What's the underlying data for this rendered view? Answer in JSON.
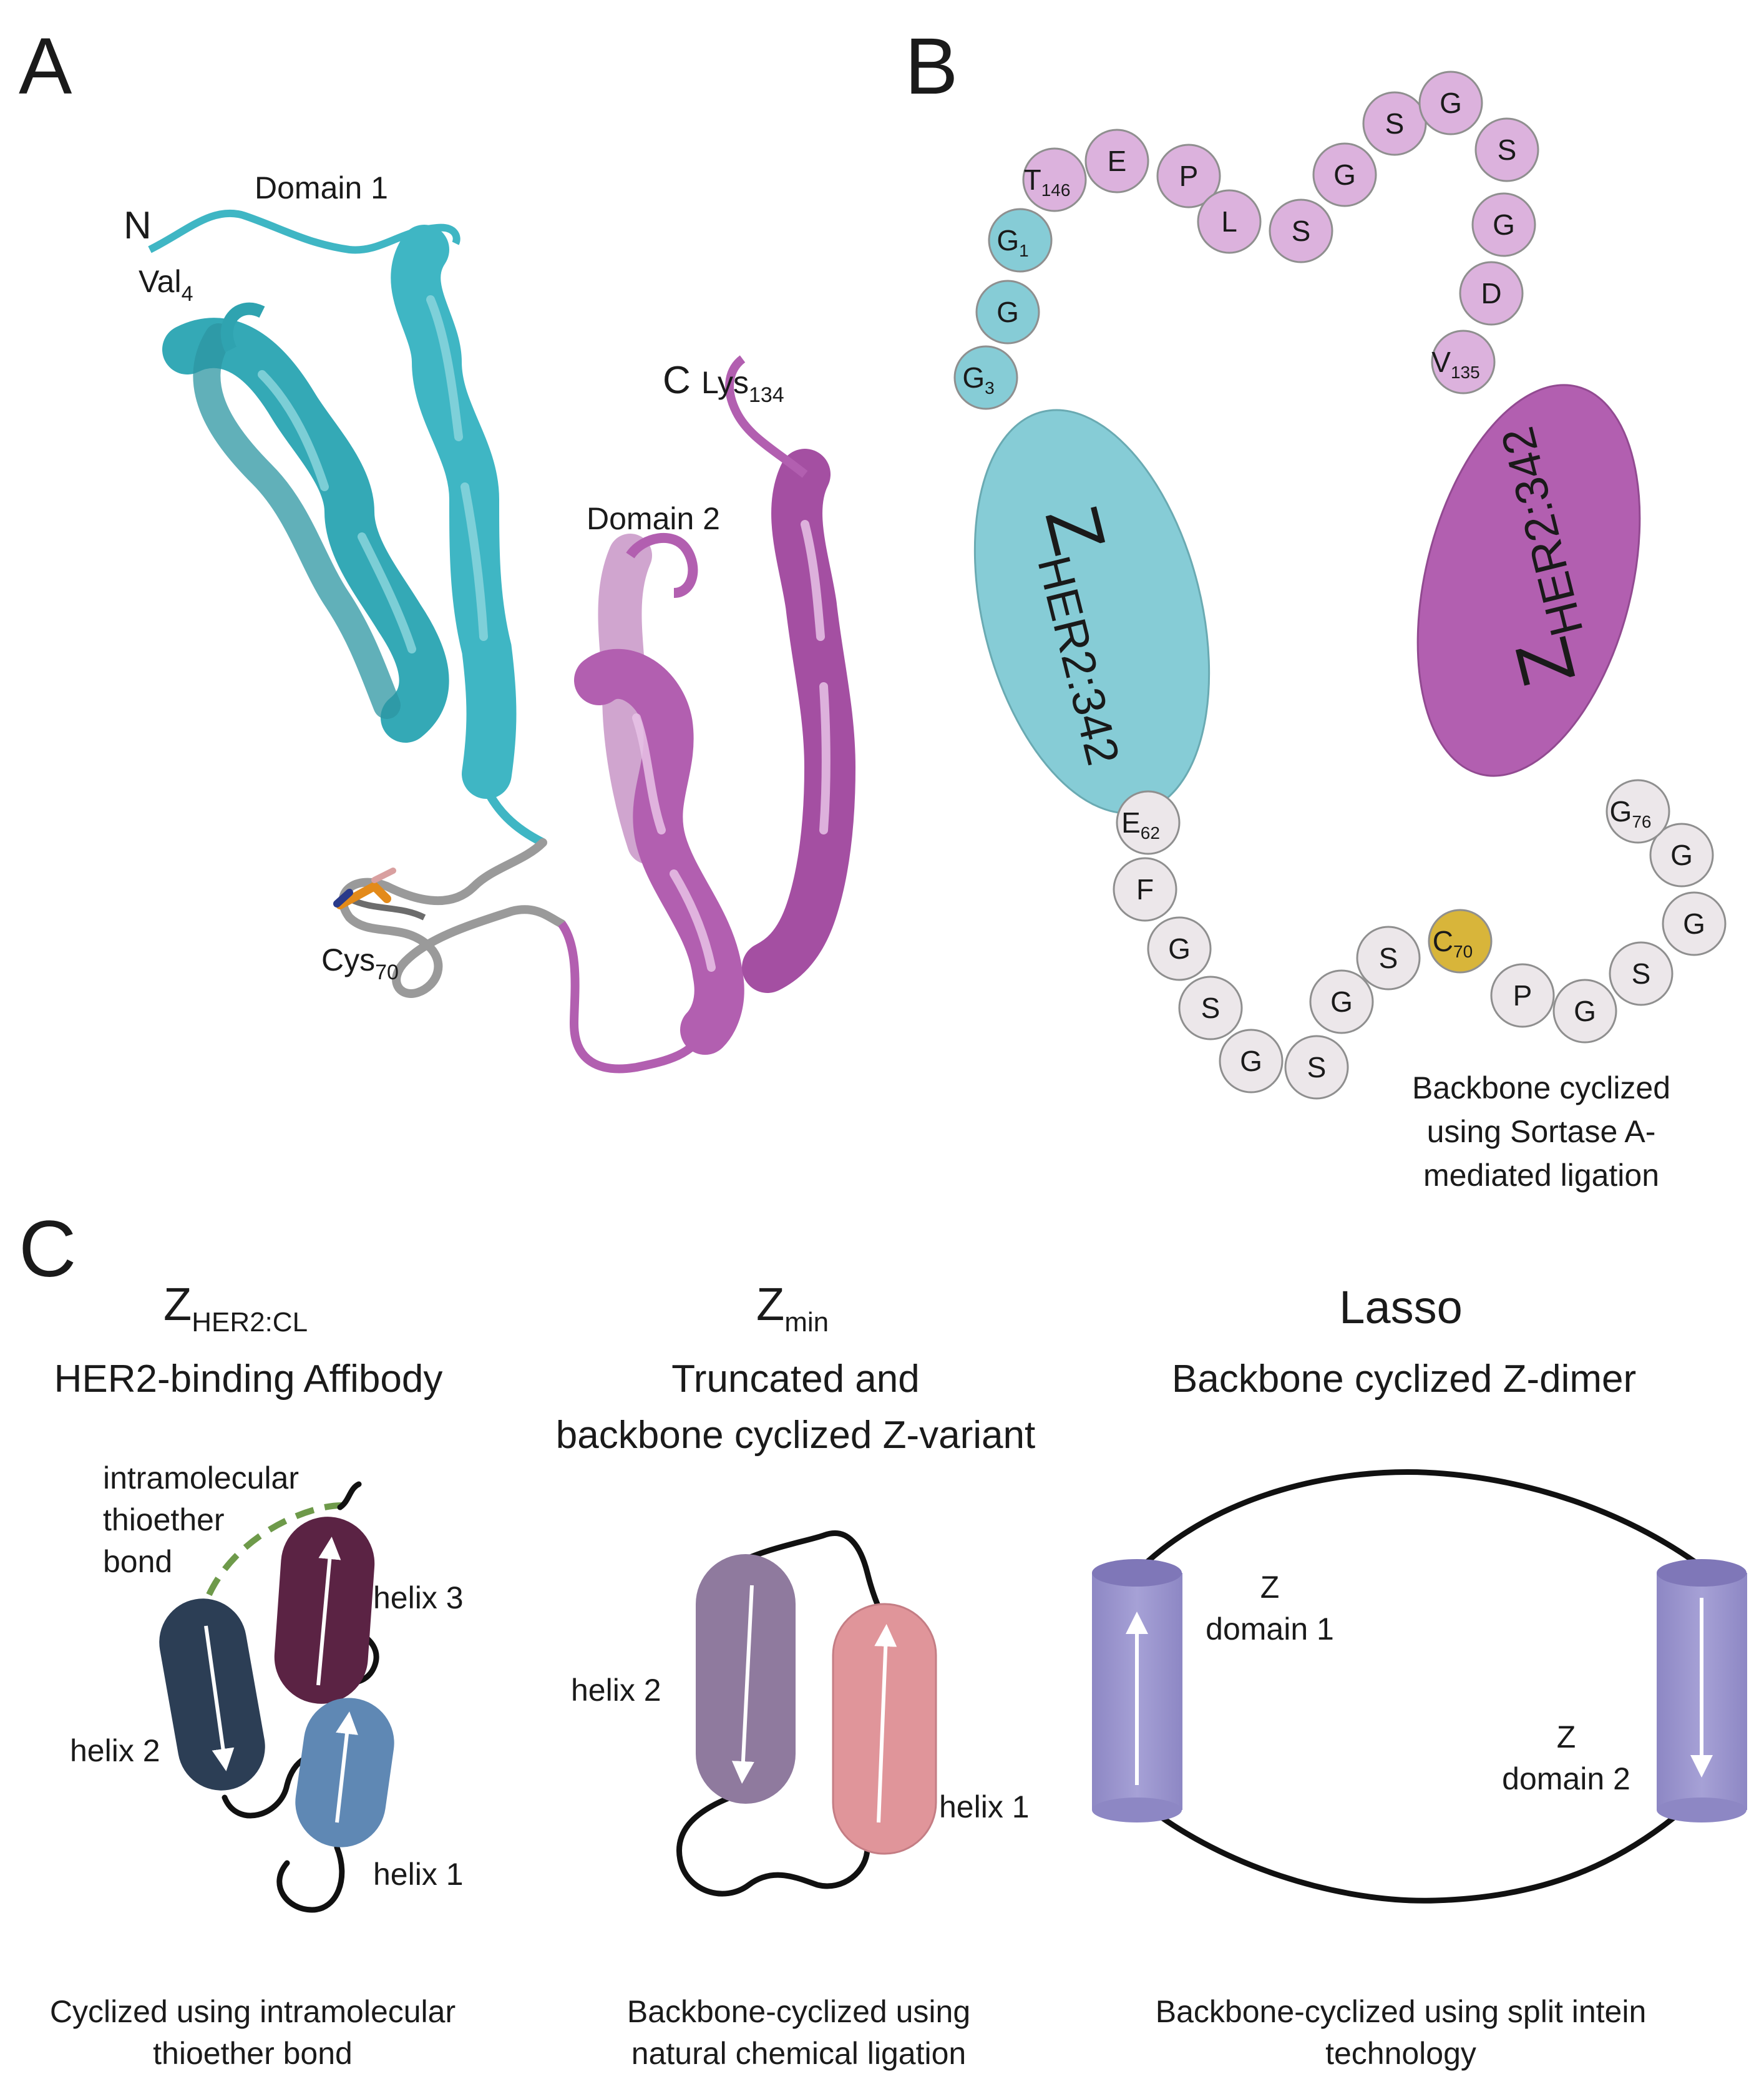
{
  "colors": {
    "cyan": "#3fb6c4",
    "cyan_light": "#8fd0d8",
    "magenta": "#b25fb0",
    "magenta_light": "#d7a3d6",
    "gray": "#9a9a9a",
    "residue_gray": "#ece7ea",
    "residue_pink": "#dcb2dd",
    "residue_cyan": "#86ccd6",
    "cys_gold": "#d8b53a",
    "dark_navy": "#2c3e55",
    "dark_plum": "#5b2344",
    "steel_blue": "#5f88b4",
    "mauve": "#8f7a9e",
    "salmon": "#e0959a",
    "lavender": "#9d98cc",
    "dashed_green": "#6e9a4a"
  },
  "panelA": {
    "letter": "A",
    "n_term": "N",
    "val": "Val",
    "val_sub": "4",
    "domain1": "Domain 1",
    "c_term": "C",
    "lys": "Lys",
    "lys_sub": "134",
    "domain2": "Domain 2",
    "cys": "Cys",
    "cys_sub": "70"
  },
  "panelB": {
    "letter": "B",
    "z_left": "Z",
    "z_left_sub": "HER2:342",
    "z_right": "Z",
    "z_right_sub": "HER2:342",
    "caption_lines": [
      "Backbone cyclized",
      "using Sortase A-",
      "mediated ligation"
    ],
    "top_residues": [
      {
        "letter": "G",
        "sub": "3",
        "kind": "cyan"
      },
      {
        "letter": "G",
        "sub": "",
        "kind": "cyan"
      },
      {
        "letter": "G",
        "sub": "1",
        "kind": "cyan"
      },
      {
        "letter": "T",
        "sub": "146",
        "kind": "pink"
      },
      {
        "letter": "E",
        "sub": "",
        "kind": "pink"
      },
      {
        "letter": "P",
        "sub": "",
        "kind": "pink"
      },
      {
        "letter": "L",
        "sub": "",
        "kind": "pink"
      },
      {
        "letter": "S",
        "sub": "",
        "kind": "pink"
      },
      {
        "letter": "G",
        "sub": "",
        "kind": "pink"
      },
      {
        "letter": "S",
        "sub": "",
        "kind": "pink"
      },
      {
        "letter": "G",
        "sub": "",
        "kind": "pink"
      },
      {
        "letter": "S",
        "sub": "",
        "kind": "pink"
      },
      {
        "letter": "G",
        "sub": "",
        "kind": "pink"
      },
      {
        "letter": "D",
        "sub": "",
        "kind": "pink"
      },
      {
        "letter": "V",
        "sub": "135",
        "kind": "pink"
      }
    ],
    "bottom_residues": [
      {
        "letter": "E",
        "sub": "62",
        "kind": "gray"
      },
      {
        "letter": "F",
        "sub": "",
        "kind": "gray"
      },
      {
        "letter": "G",
        "sub": "",
        "kind": "gray"
      },
      {
        "letter": "S",
        "sub": "",
        "kind": "gray"
      },
      {
        "letter": "G",
        "sub": "",
        "kind": "gray"
      },
      {
        "letter": "S",
        "sub": "",
        "kind": "gray"
      },
      {
        "letter": "G",
        "sub": "",
        "kind": "gray"
      },
      {
        "letter": "S",
        "sub": "",
        "kind": "gray"
      },
      {
        "letter": "C",
        "sub": "70",
        "kind": "gold"
      },
      {
        "letter": "P",
        "sub": "",
        "kind": "gray"
      },
      {
        "letter": "G",
        "sub": "",
        "kind": "gray"
      },
      {
        "letter": "S",
        "sub": "",
        "kind": "gray"
      },
      {
        "letter": "G",
        "sub": "",
        "kind": "gray"
      },
      {
        "letter": "G",
        "sub": "",
        "kind": "gray"
      },
      {
        "letter": "G",
        "sub": "76",
        "kind": "gray"
      }
    ]
  },
  "panelC": {
    "letter": "C",
    "col1": {
      "name": "Z",
      "name_sub": "HER2:CL",
      "subtitle": "HER2-binding Affibody",
      "bond_lines": [
        "intramolecular",
        "thioether",
        "bond"
      ],
      "helix3": "helix 3",
      "helix2": "helix 2",
      "helix1": "helix 1",
      "caption_lines": [
        "Cyclized using intramolecular",
        "thioether bond"
      ]
    },
    "col2": {
      "name": "Z",
      "name_sub": "min",
      "subtitle_lines": [
        "Truncated and",
        "backbone cyclized Z-variant"
      ],
      "helix2": "helix 2",
      "helix1": "helix 1",
      "caption_lines": [
        "Backbone-cyclized using",
        "natural chemical ligation"
      ]
    },
    "col3": {
      "name": "Lasso",
      "subtitle": "Backbone cyclized Z-dimer",
      "d1_lines": [
        "Z",
        "domain 1"
      ],
      "d2_lines": [
        "Z",
        "domain 2"
      ],
      "caption_lines": [
        "Backbone-cyclized using split intein",
        "technology"
      ]
    }
  }
}
